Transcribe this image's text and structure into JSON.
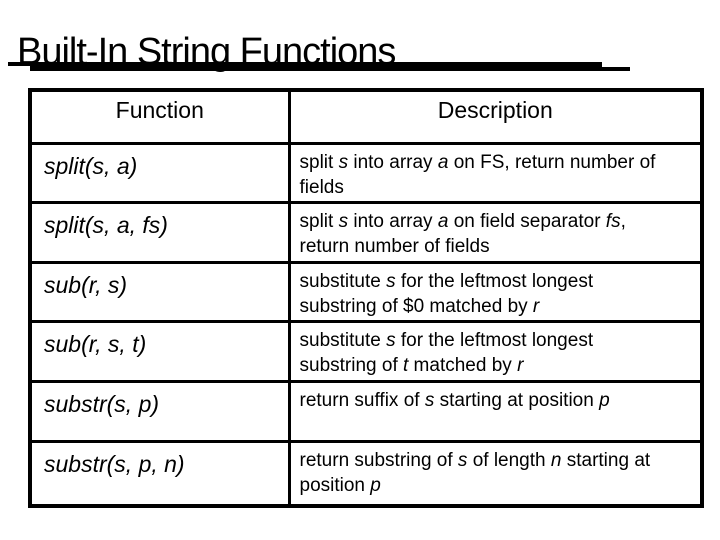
{
  "slide": {
    "title": "Built-In String Functions"
  },
  "colors": {
    "background": "#ffffff",
    "text": "#000000",
    "table_border": "#000000",
    "title_underline": "#000000"
  },
  "table": {
    "header": {
      "function": "Function",
      "description": "Description"
    },
    "rows": [
      {
        "function": "split(s, a)",
        "desc_lines": [
          "split *s* into array *a* on FS, return number of",
          "fields"
        ]
      },
      {
        "function": "split(s, a, fs)",
        "desc_lines": [
          "split *s* into array *a* on field separator *fs*,",
          "return number of fields"
        ]
      },
      {
        "function": "sub(r, s)",
        "desc_lines": [
          "substitute *s* for the leftmost longest",
          "substring of $0 matched by *r*"
        ]
      },
      {
        "function": "sub(r, s, t)",
        "desc_lines": [
          "substitute *s* for the leftmost longest",
          "substring of *t* matched by *r*"
        ]
      },
      {
        "function": "substr(s, p)",
        "desc_lines": [
          "return suffix of *s* starting at position *p*"
        ]
      },
      {
        "function": "substr(s, p, n)",
        "desc_lines": [
          "return substring of *s* of length *n* starting at",
          "position *p*"
        ]
      }
    ]
  }
}
